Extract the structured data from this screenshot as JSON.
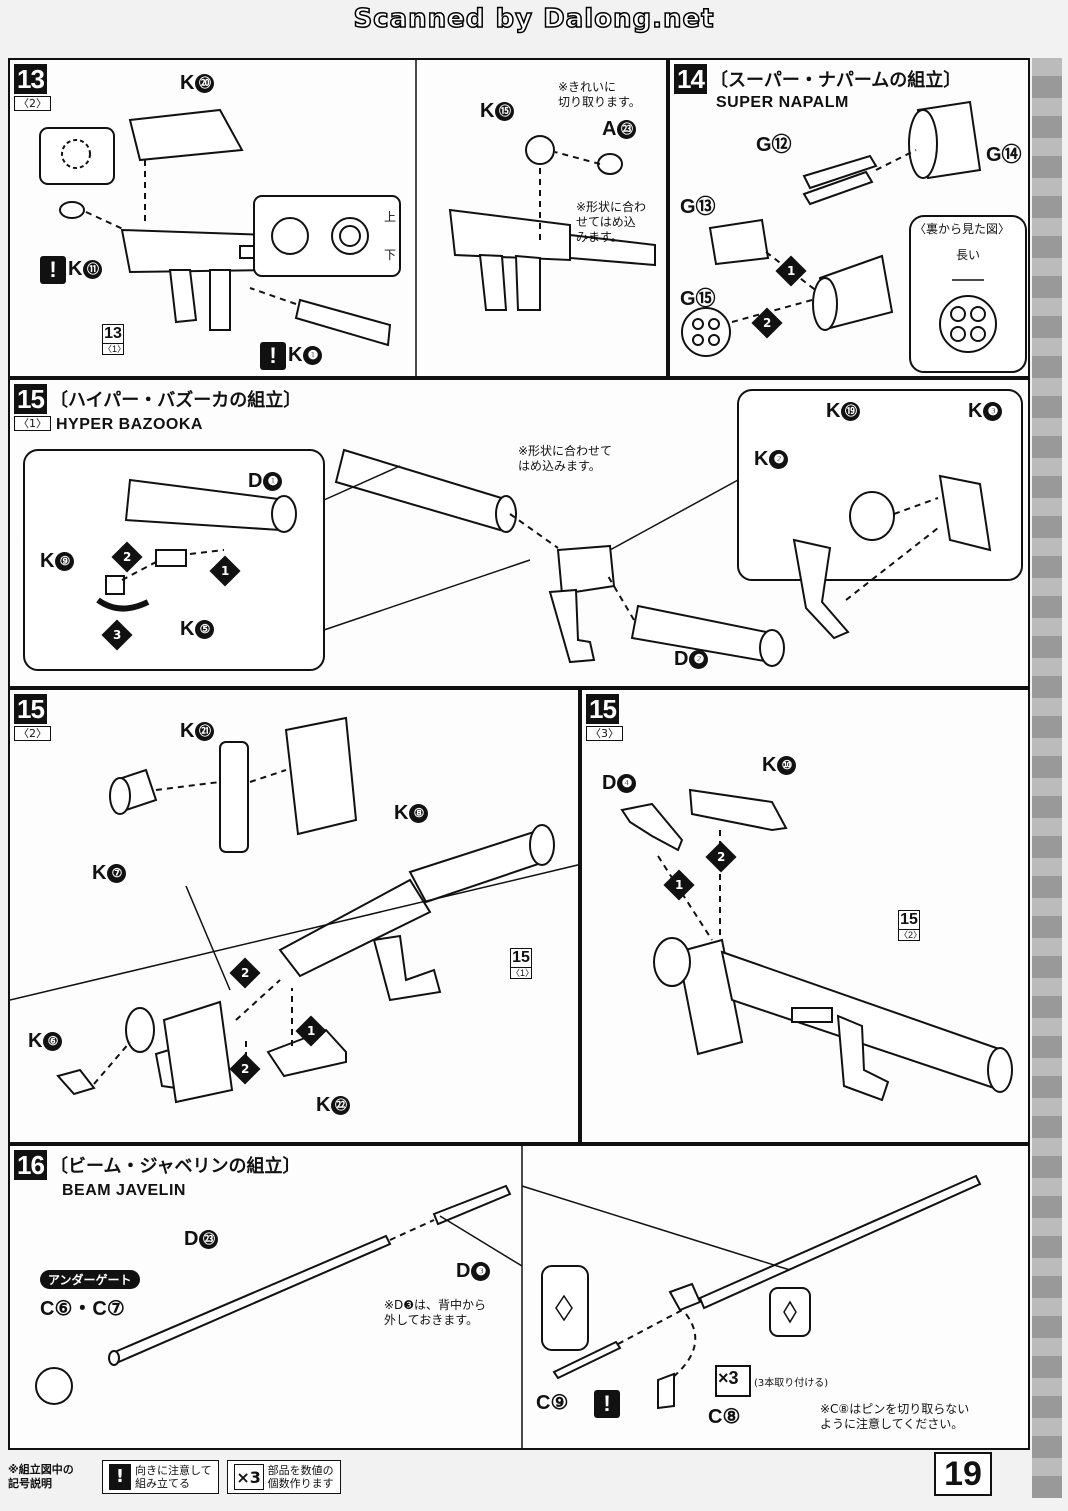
{
  "watermark": "Scanned by Dalong.net",
  "page_number": "19",
  "sections": {
    "s13": {
      "step": "13",
      "sub": "〈2〉",
      "labels": {
        "k20": "K",
        "k20n": "⑳",
        "k15": "K",
        "k15n": "⑮",
        "a23": "A",
        "a23n": "㉓",
        "k11": "K",
        "k11n": "⑪",
        "k1": "K",
        "k1n": "❶"
      },
      "notes": {
        "clean_cut": "※きれいに\n切り取ります。",
        "fit_shape": "※形状に合わ\nせてはめ込\nみます。",
        "up": "上",
        "down": "下"
      },
      "ref": {
        "num": "13",
        "sub": "〈1〉"
      }
    },
    "s14": {
      "step": "14",
      "title_jp": "〔スーパー・ナパームの組立〕",
      "title_en": "SUPER NAPALM",
      "labels": {
        "g12": "G⑫",
        "g14": "G⑭",
        "g13": "G⑬",
        "g15": "G⑮"
      },
      "back_view": "〈裏から見た図〉",
      "long": "長い"
    },
    "s15_1": {
      "step": "15",
      "sub": "〈1〉",
      "title_jp": "〔ハイパー・バズーカの組立〕",
      "title_en": "HYPER BAZOOKA",
      "labels": {
        "d1": "D",
        "d1n": "❶",
        "k9": "K",
        "k9n": "⑨",
        "k5": "K",
        "k5n": "⑤",
        "d2": "D",
        "d2n": "❷",
        "k19": "K",
        "k19n": "⑲",
        "k3": "K",
        "k3n": "❸",
        "k2": "K",
        "k2n": "❷"
      },
      "note": "※形状に合わせて\nはめ込みます。"
    },
    "s15_2": {
      "step": "15",
      "sub": "〈2〉",
      "labels": {
        "k21": "K",
        "k21n": "㉑",
        "k8": "K",
        "k8n": "⑧",
        "k7": "K",
        "k7n": "⑦",
        "k6": "K",
        "k6n": "⑥",
        "k22": "K",
        "k22n": "㉒"
      },
      "ref": {
        "num": "15",
        "sub": "〈1〉"
      }
    },
    "s15_3": {
      "step": "15",
      "sub": "〈3〉",
      "labels": {
        "d4": "D",
        "d4n": "❹",
        "k10": "K",
        "k10n": "⑩"
      },
      "ref": {
        "num": "15",
        "sub": "〈2〉"
      }
    },
    "s16": {
      "step": "16",
      "title_jp": "〔ビーム・ジャベリンの組立〕",
      "title_en": "BEAM JAVELIN",
      "labels": {
        "d23": "D",
        "d23n": "㉓",
        "d3": "D",
        "d3n": "❸",
        "c6c7": "C⑥・C⑦",
        "c9": "C⑨",
        "c8": "C⑧"
      },
      "undergate": "アンダーゲート",
      "note_d3": "※D❸は、背中から\n外しておきます。",
      "x3": "×3",
      "x3_note": "(3本取り付ける)",
      "note_c8": "※C⑧はピンを切り取らない\nように注意してください。"
    }
  },
  "legend": {
    "lead": "※組立図中の\n記号説明",
    "warn_icon": "!",
    "warn_text": "向きに注意して\n組み立てる",
    "x3_icon": "×3",
    "x3_text": "部品を数値の\n個数作ります"
  }
}
